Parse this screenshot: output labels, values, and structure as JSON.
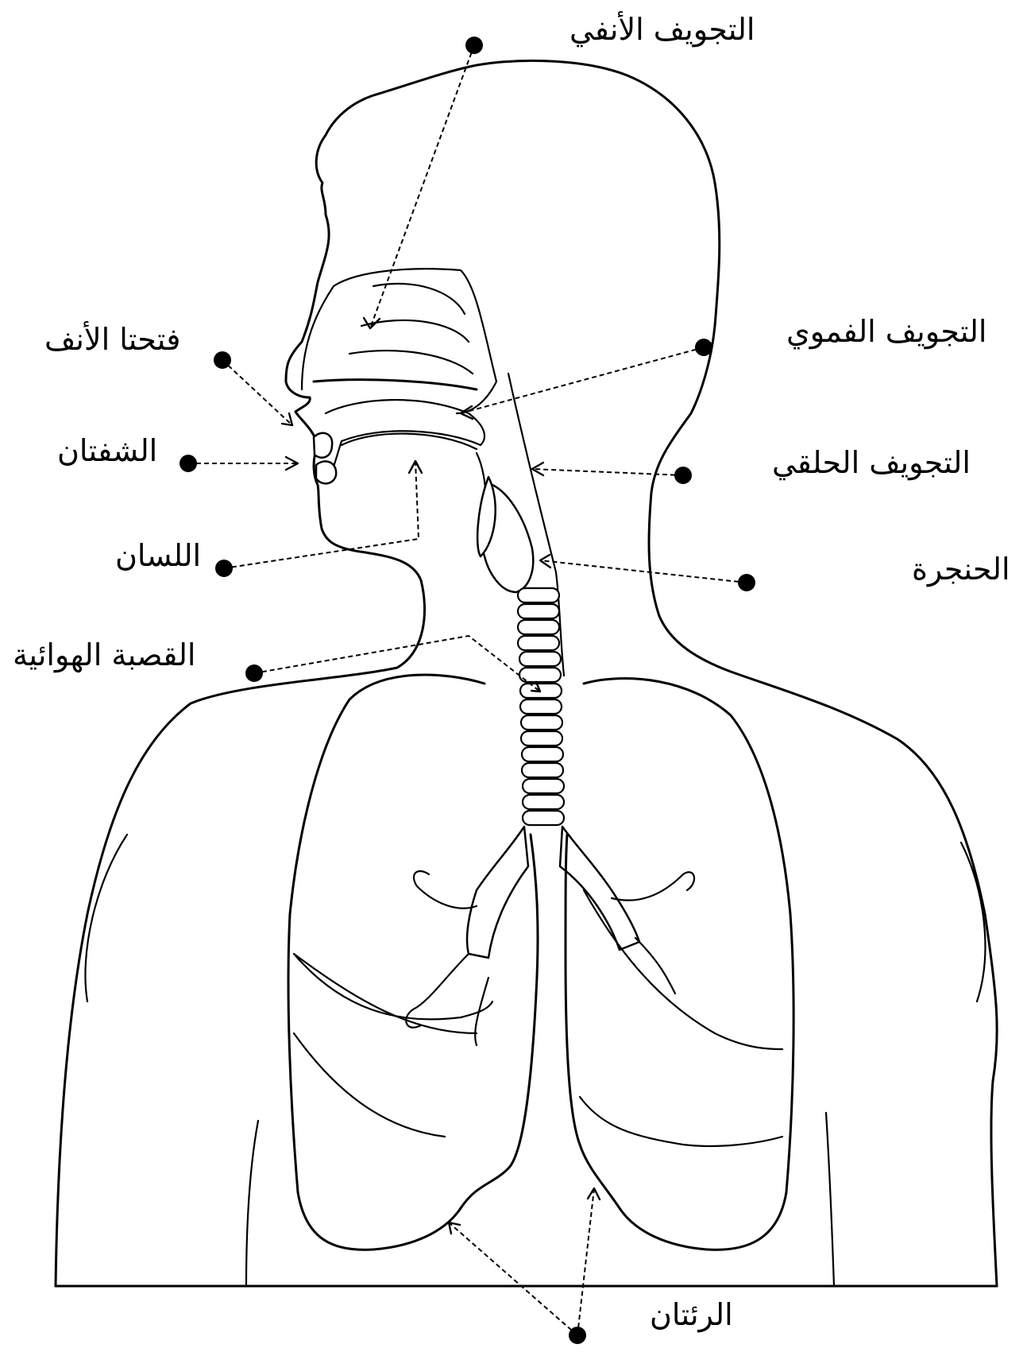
{
  "labels": {
    "nasal_cavity": "التجويف الأنفي",
    "nostrils": "فتحتا الأنف",
    "oral_cavity": "التجويف الفموي",
    "lips": "الشفتان",
    "pharyngeal_cavity": "التجويف الحلقي",
    "tongue": "اللسان",
    "larynx": "الحنجرة",
    "trachea": "القصبة الهوائية",
    "lungs": "الرئتان"
  },
  "colors": {
    "ink": "#000000",
    "background": "#ffffff"
  }
}
